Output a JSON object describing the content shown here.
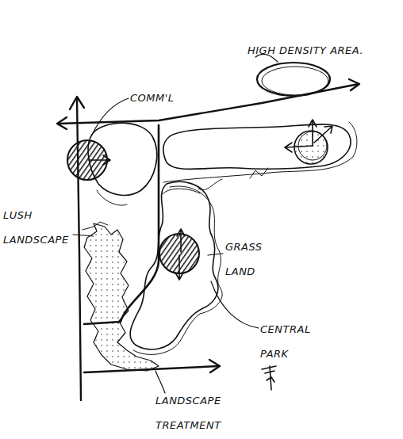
{
  "diagram": {
    "labels": [
      "HIGH DENSITY AREA.",
      "COMM'L",
      "LUSH LANDSCAPE",
      "GRASS LAND",
      "CENTRAL PARK",
      "LANDSCAPE TREATMENT"
    ]
  }
}
